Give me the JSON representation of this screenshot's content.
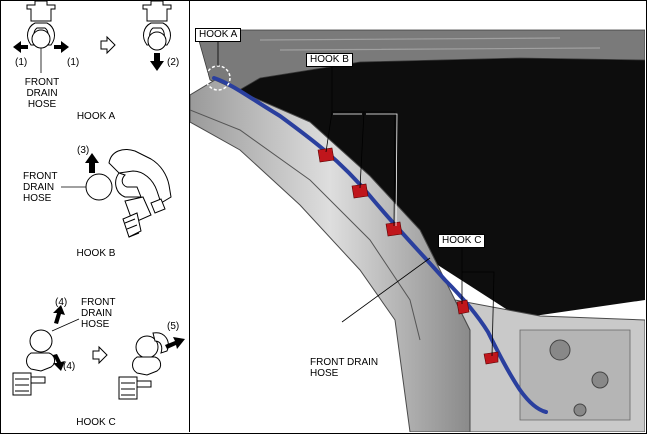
{
  "left": {
    "hook_a": {
      "title": "HOOK A",
      "step_left": "(1)",
      "step_right": "(1)",
      "step_down": "(2)",
      "hose_label": "FRONT\nDRAIN\nHOSE"
    },
    "hook_b": {
      "title": "HOOK B",
      "step_up": "(3)",
      "hose_label": "FRONT\nDRAIN\nHOSE"
    },
    "hook_c": {
      "title": "HOOK C",
      "step_up": "(4)",
      "step_down": "(4)",
      "step_right": "(5)",
      "hose_label": "FRONT\nDRAIN\nHOSE"
    }
  },
  "right": {
    "hook_a_tag": "HOOK A",
    "hook_b_tag": "HOOK B",
    "hook_c_tag": "HOOK C",
    "hose_label": "FRONT DRAIN\nHOSE"
  },
  "colors": {
    "hose": "#2a3f9e",
    "clip": "#c0161c",
    "body_light": "#d9d9d9",
    "body_dark": "#6f6f6f",
    "cabin": "#0d0d0d"
  }
}
